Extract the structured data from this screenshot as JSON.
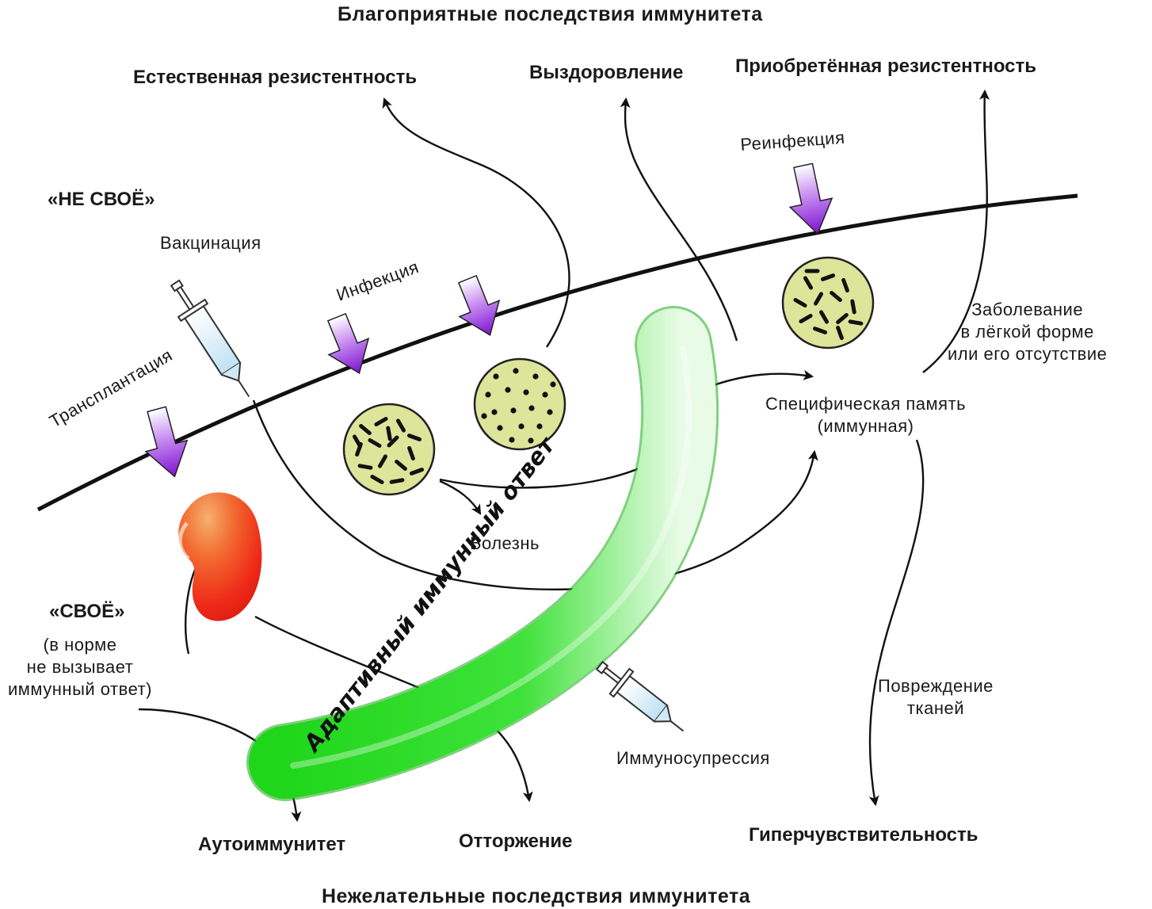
{
  "texts": {
    "favorable_title": "Благоприятные последствия иммунитета",
    "natural_resistance": "Естественная резистентность",
    "recovery": "Выздоровление",
    "acquired_resistance": "Приобретённая резистентность",
    "reinfection": "Реинфекция",
    "non_self": "«НЕ СВОЁ»",
    "vaccination": "Вакцинация",
    "infection": "Инфекция",
    "transplantation": "Трансплантация",
    "mild_disease": "Заболевание\nв лёгкой форме\nили его отсутствие",
    "specific_memory": "Специфическая память\n(иммунная)",
    "disease": "Болезнь",
    "self": "«СВОЁ»",
    "self_note": "(в норме\nне вызывает\nиммунный ответ)",
    "adaptive_response": "Адаптивный иммунный ответ",
    "tissue_damage": "Повреждение\nтканей",
    "immunosuppression": "Иммуносупрессия",
    "autoimmunity": "Аутоиммунитет",
    "rejection": "Отторжение",
    "hypersensitivity": "Гиперчувствительность",
    "unfavorable_title": "Нежелательные последствия иммунитета"
  },
  "colors": {
    "arrow_purple": "#8a1fd6",
    "band_green": "#2ee02a",
    "pathogen_fill": "#dde59a",
    "kidney_red": "#ef2a1a",
    "kidney_orange": "#f5a35a",
    "syringe_blue": "#cfe8f5"
  },
  "icons": [
    "syringe-icon",
    "bacteria-icon",
    "cocci-icon",
    "kidney-icon",
    "arrow-icon"
  ]
}
